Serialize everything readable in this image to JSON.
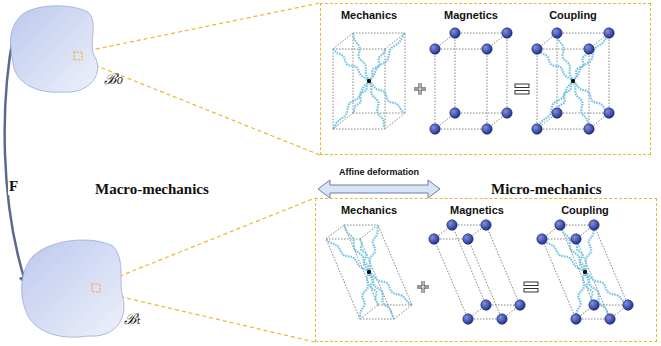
{
  "diagram": {
    "nodes": [
      {
        "text": [
          "ℬ₀"
        ]
      },
      {
        "text": [
          "Mechanics",
          "Magnetics",
          "Coupling"
        ]
      },
      {
        "text": [
          "ℬₜ"
        ]
      },
      {
        "text": [
          "Mechanics",
          "Magnetics",
          "Coupling"
        ]
      }
    ],
    "edges": [
      {
        "from": 0,
        "to": 2,
        "arrow": "to",
        "label": "F"
      },
      {
        "from": 0,
        "to": 1,
        "arrow": "none"
      },
      {
        "from": 2,
        "to": 3,
        "arrow": "none"
      }
    ],
    "labels": [
      "Macro-mechanics",
      "Affine deformation",
      "Micro-mechanics"
    ]
  }
}
